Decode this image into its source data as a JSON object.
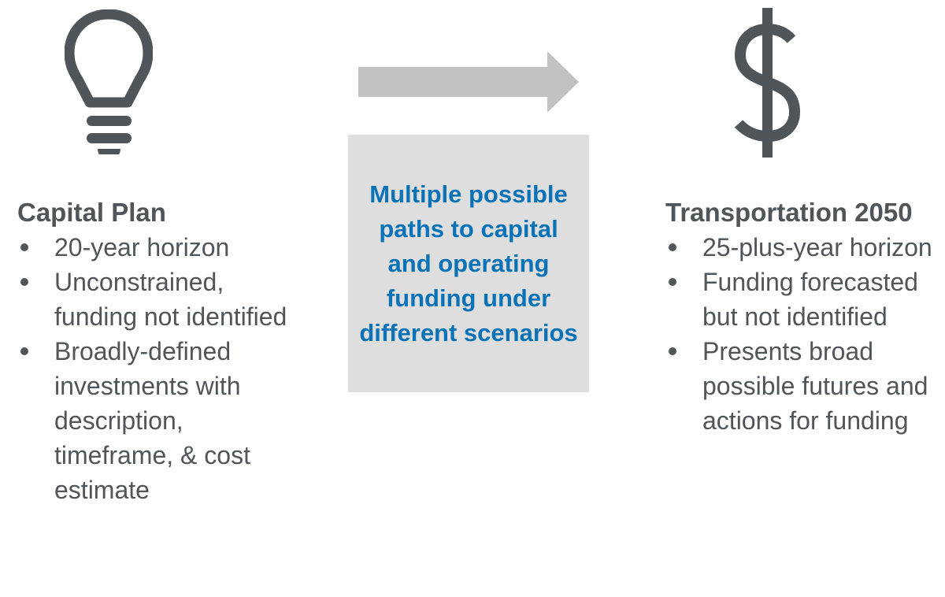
{
  "colors": {
    "text_gray": "#4f5558",
    "icon_gray": "#4f5558",
    "arrow_gray": "#c2c2c2",
    "box_bg": "#dedede",
    "accent_blue": "#0a72b7"
  },
  "icons": {
    "left": "lightbulb-icon",
    "center": "right-arrow-icon",
    "right": "dollar-sign-icon"
  },
  "left_column": {
    "title": "Capital Plan",
    "bullets": [
      "20-year horizon",
      "Unconstrained, funding not identified",
      "Broadly-defined investments with description, timeframe, & cost estimate"
    ]
  },
  "center_box": {
    "text": "Multiple possible paths to capital and operating funding under different scenarios"
  },
  "right_column": {
    "title": "Transportation 2050",
    "bullets": [
      "25-plus-year horizon",
      "Funding forecasted but not identified",
      "Presents broad possible futures and actions for funding"
    ]
  }
}
